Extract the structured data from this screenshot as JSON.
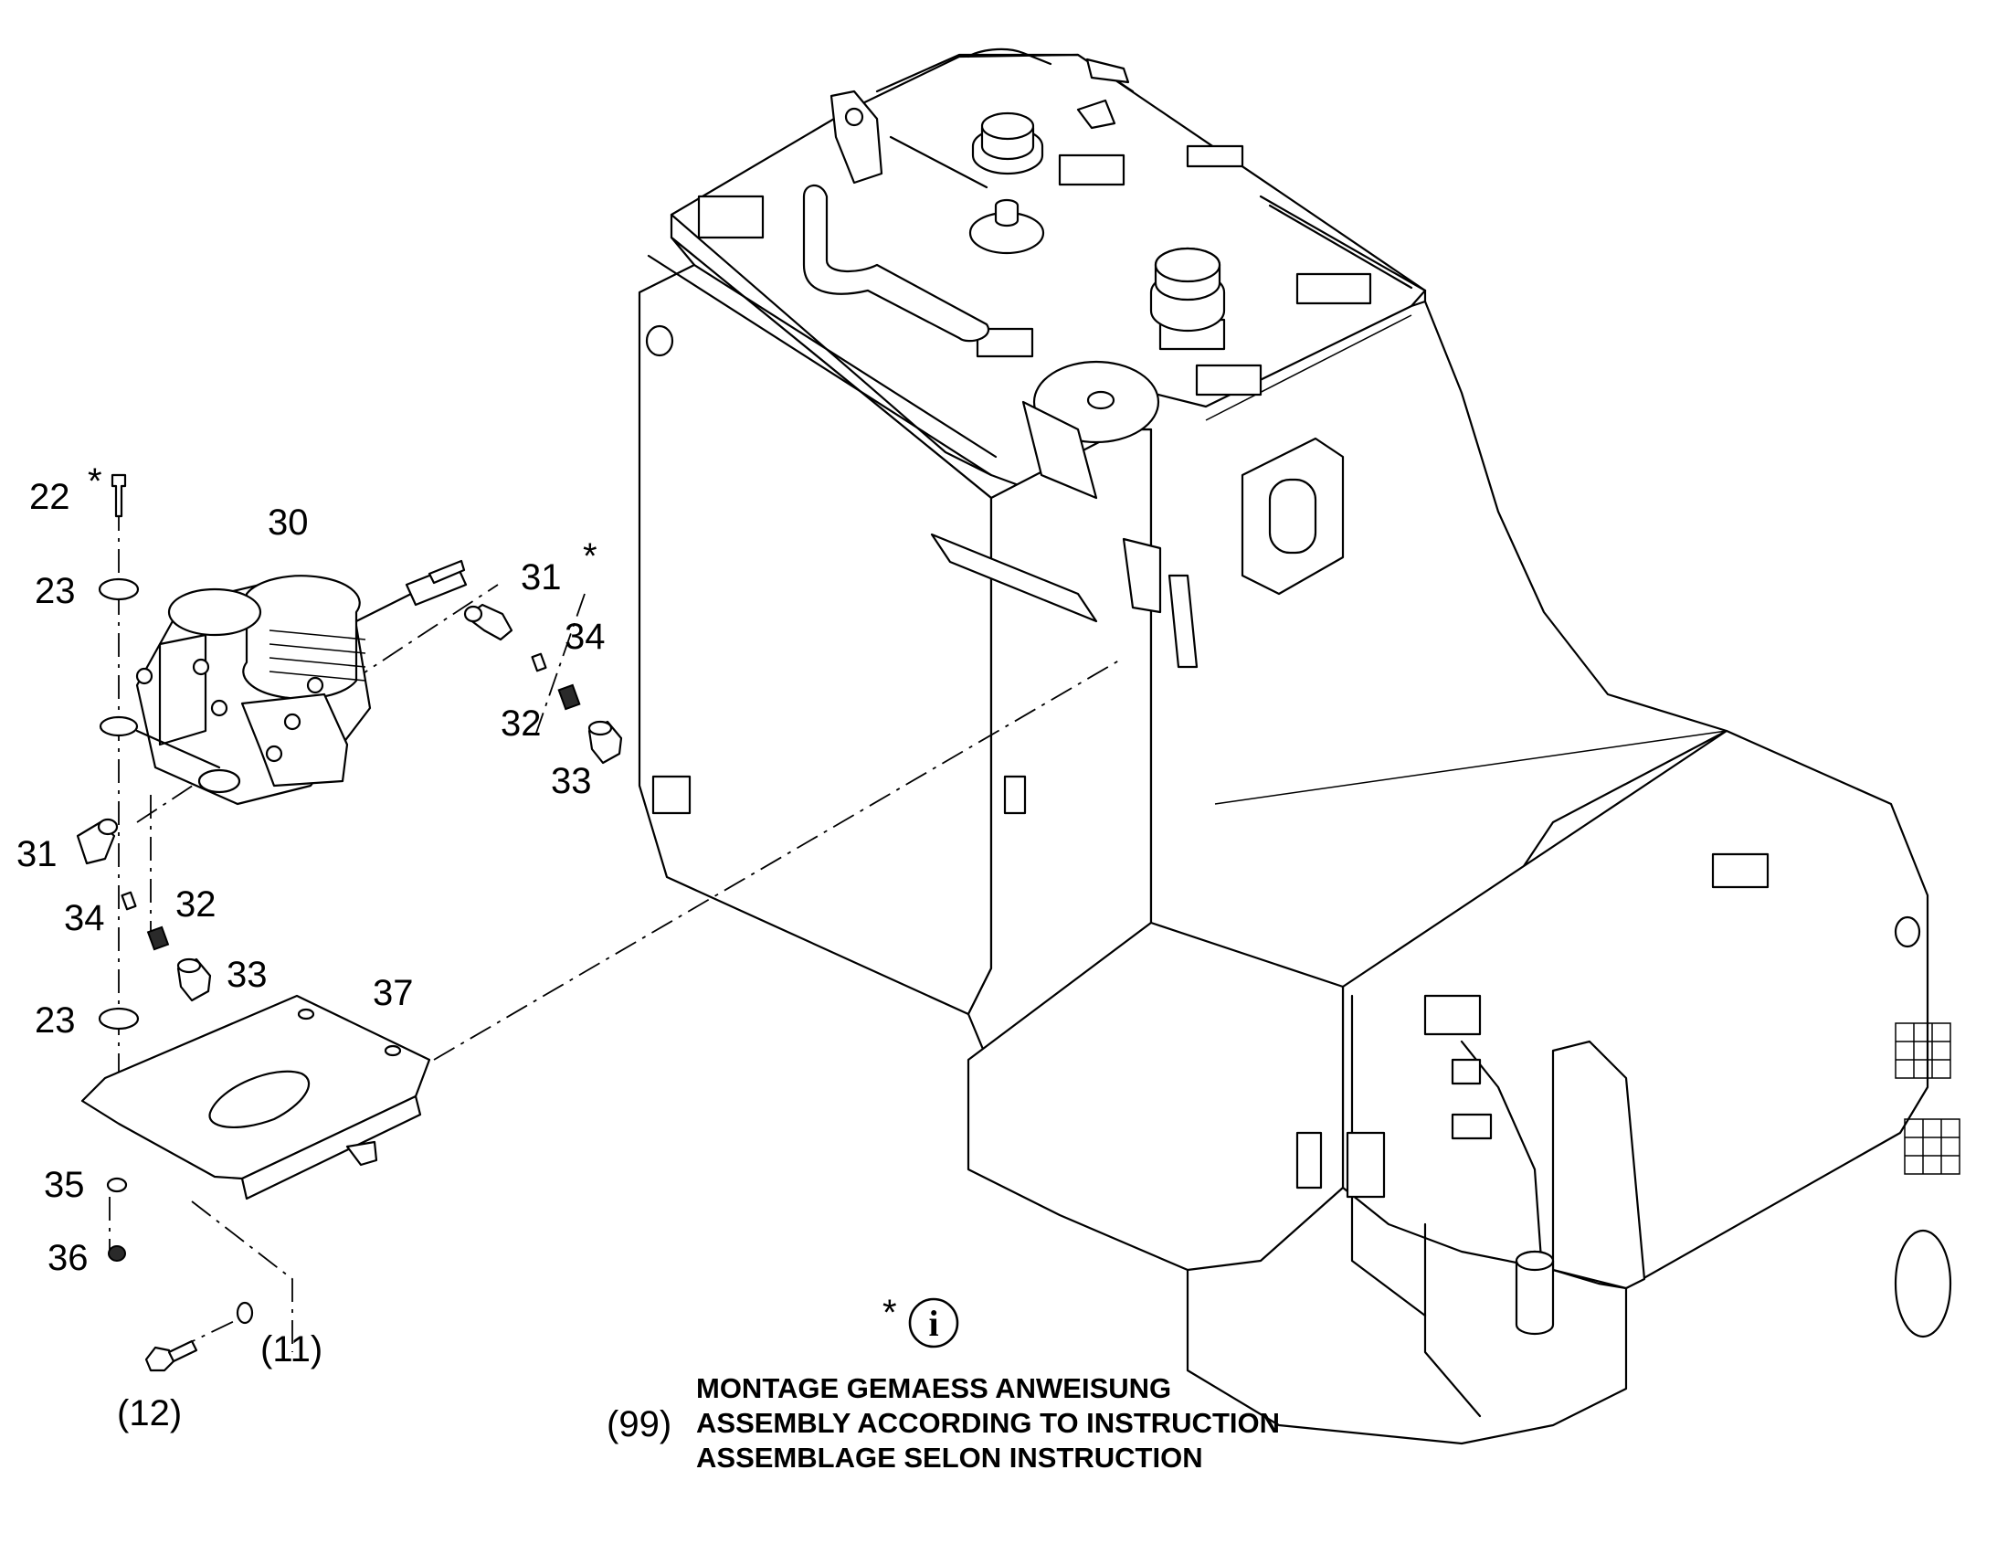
{
  "callouts": {
    "c22": "22",
    "c23a": "23",
    "c23b": "23",
    "c30": "30",
    "c31a": "31",
    "c31b": "31",
    "c32a": "32",
    "c32b": "32",
    "c33a": "33",
    "c33b": "33",
    "c34a": "34",
    "c34b": "34",
    "c35": "35",
    "c36": "36",
    "c37": "37",
    "c11": "(11)",
    "c12": "(12)",
    "star": "*"
  },
  "info_symbol": "i",
  "assembly_note": {
    "ref": "(99)",
    "line_de": "MONTAGE GEMAESS ANWEISUNG",
    "line_en": "ASSEMBLY ACCORDING TO INSTRUCTION",
    "line_fr": "ASSEMBLAGE SELON INSTRUCTION"
  }
}
